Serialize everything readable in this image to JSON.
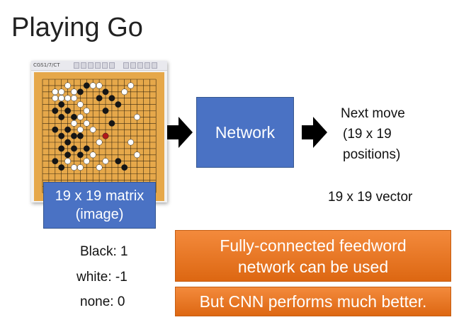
{
  "title": "Playing Go",
  "board": {
    "toolbar_text": "CGS1/7/CT",
    "stones_black": [
      [
        2,
        5
      ],
      [
        3,
        4
      ],
      [
        4,
        5
      ],
      [
        3,
        6
      ],
      [
        5,
        6
      ],
      [
        2,
        8
      ],
      [
        3,
        9
      ],
      [
        4,
        8
      ],
      [
        5,
        9
      ],
      [
        4,
        10
      ],
      [
        3,
        11
      ],
      [
        5,
        11
      ],
      [
        6,
        12
      ],
      [
        4,
        12
      ],
      [
        7,
        11
      ],
      [
        6,
        9
      ],
      [
        2,
        13
      ],
      [
        3,
        14
      ],
      [
        9,
        3
      ],
      [
        10,
        2
      ],
      [
        11,
        3
      ],
      [
        10,
        5
      ],
      [
        6,
        2
      ],
      [
        7,
        1
      ],
      [
        12,
        4
      ],
      [
        11,
        7
      ],
      [
        12,
        13
      ],
      [
        13,
        14
      ]
    ],
    "stones_white": [
      [
        2,
        3
      ],
      [
        3,
        3
      ],
      [
        4,
        3
      ],
      [
        5,
        3
      ],
      [
        2,
        2
      ],
      [
        3,
        2
      ],
      [
        4,
        1
      ],
      [
        5,
        2
      ],
      [
        6,
        4
      ],
      [
        7,
        5
      ],
      [
        7,
        7
      ],
      [
        6,
        6
      ],
      [
        5,
        7
      ],
      [
        6,
        8
      ],
      [
        8,
        8
      ],
      [
        9,
        10
      ],
      [
        8,
        12
      ],
      [
        7,
        13
      ],
      [
        6,
        14
      ],
      [
        9,
        14
      ],
      [
        10,
        13
      ],
      [
        8,
        1
      ],
      [
        9,
        1
      ],
      [
        13,
        2
      ],
      [
        14,
        1
      ],
      [
        15,
        6
      ],
      [
        14,
        10
      ],
      [
        15,
        12
      ],
      [
        5,
        14
      ],
      [
        4,
        13
      ]
    ],
    "stones_red": [
      [
        10,
        9
      ]
    ]
  },
  "network_label": "Network",
  "next_move": {
    "line1": "Next move",
    "line2": "(19 x 19",
    "line3": "positions)"
  },
  "vector_label": "19 x 19 vector",
  "matrix_box": {
    "line1": "19 x 19 matrix",
    "line2": "(image)"
  },
  "encoding": {
    "black": "Black: 1",
    "white": "white: -1",
    "none": "none: 0"
  },
  "callout_fc": {
    "line1": "Fully-connected feedword",
    "line2": "network can be used"
  },
  "callout_cnn": "But CNN performs much better.",
  "colors": {
    "blue_box": "#4a72c4",
    "orange_box": "#e8741f",
    "board_wood": "#e6a84a"
  }
}
